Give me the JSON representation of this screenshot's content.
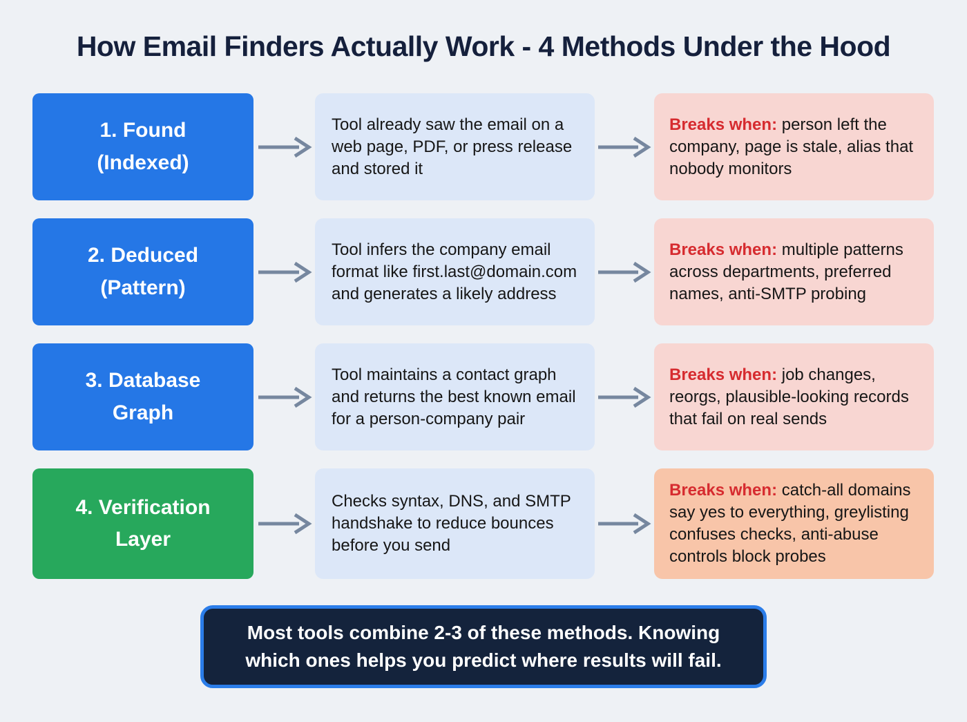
{
  "title": "How Email Finders Actually Work - 4 Methods Under the Hood",
  "colors": {
    "page_bg": "#eef1f5",
    "title_navy": "#15203c",
    "method_blue": "#2577e6",
    "method_green": "#27a85c",
    "description_bg": "#dce7f8",
    "breaks_bg_pink": "#f8d6d2",
    "breaks_bg_orange": "#f8c5a9",
    "breaks_label_red": "#d62b2f",
    "arrow_gray": "#76879f",
    "footer_bg": "#14233c",
    "footer_border": "#2b7de9"
  },
  "rows": [
    {
      "method_line1": "1. Found",
      "method_line2": "(Indexed)",
      "description": "Tool already saw the email on a web page, PDF, or press release and stored it",
      "breaks_label": "Breaks when:",
      "breaks_text": "person left the company, page is stale, alias that nobody monitors"
    },
    {
      "method_line1": "2. Deduced",
      "method_line2": "(Pattern)",
      "description": "Tool infers the company email format like first.last@domain.com and generates a likely address",
      "breaks_label": "Breaks when:",
      "breaks_text": "multiple patterns across departments, preferred names, anti-SMTP probing"
    },
    {
      "method_line1": "3. Database",
      "method_line2": "Graph",
      "description": "Tool maintains a contact graph and returns the best known email for a person-company pair",
      "breaks_label": "Breaks when:",
      "breaks_text": "job changes, reorgs, plausible-looking records that fail on real sends"
    },
    {
      "method_line1": "4. Verification",
      "method_line2": "Layer",
      "description": "Checks syntax, DNS, and SMTP handshake to reduce bounces before you send",
      "breaks_label": "Breaks when:",
      "breaks_text": "catch-all domains say yes to everything, greylisting confuses checks, anti-abuse controls block probes"
    }
  ],
  "footer": {
    "text": "Most tools combine 2-3 of these methods. Knowing which ones helps you predict where results will fail."
  }
}
